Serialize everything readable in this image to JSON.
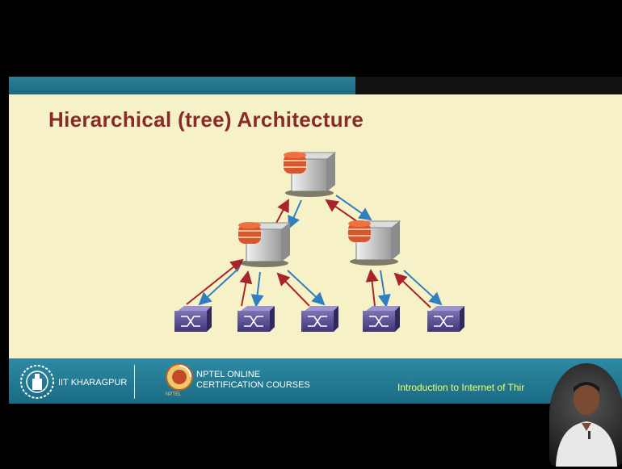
{
  "slide": {
    "title": "Hierarchical (tree) Architecture"
  },
  "footer": {
    "institute": "IIT KHARAGPUR",
    "nptel_line1": "NPTEL ONLINE",
    "nptel_line2": "CERTIFICATION COURSES",
    "nptel_logo_text": "NPTEL",
    "course_title": "Introduction to Internet of Thir"
  },
  "diagram": {
    "servers": [
      "root-server",
      "mid-server-left",
      "mid-server-right"
    ],
    "switches": [
      "switch-1",
      "switch-2",
      "switch-3",
      "switch-4",
      "switch-5"
    ],
    "arrow_colors": {
      "up": "#a8242a",
      "down": "#2f7fc1"
    }
  },
  "colors": {
    "slide_bg": "#f6f1c7",
    "title": "#8b2a2a",
    "band": "#1d6a82",
    "course_title": "#f6ff6a"
  }
}
